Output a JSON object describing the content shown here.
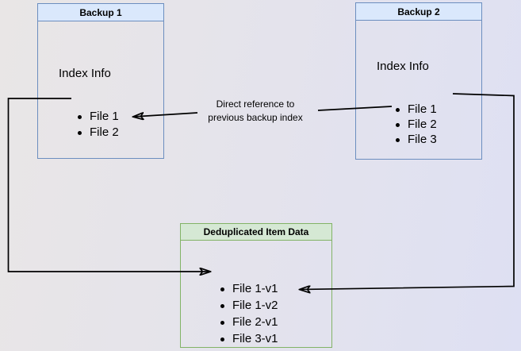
{
  "diagram": {
    "nodes": {
      "backup1": {
        "title": "Backup 1",
        "section_label": "Index Info",
        "items": [
          "File 1",
          "File 2"
        ]
      },
      "backup2": {
        "title": "Backup 2",
        "section_label": "Index Info",
        "items": [
          "File 1",
          "File 2",
          "File 3"
        ]
      },
      "dedup": {
        "title": "Deduplicated Item Data",
        "items": [
          "File 1-v1",
          "File 1-v2",
          "File 2-v1",
          "File 3-v1"
        ]
      }
    },
    "annotations": {
      "direct_reference": {
        "line1": "Direct reference to",
        "line2": "previous backup index"
      }
    },
    "edges": [
      {
        "name": "backup1-file1-to-dedup-file1v1",
        "from": "Backup 1 / File 1",
        "to": "Deduplicated Item Data / File 1-v1"
      },
      {
        "name": "backup2-file1-to-dedup-file1v2",
        "from": "Backup 2 / File 1",
        "to": "Deduplicated Item Data / File 1-v2"
      },
      {
        "name": "backup2-file2-to-backup1-file2",
        "from": "Backup 2 / File 2",
        "to": "Backup 1 / File 2",
        "label": "Direct reference to previous backup index"
      }
    ],
    "colors": {
      "blue_node_border": "#6c8ebf",
      "blue_node_header_fill": "#dae8fc",
      "green_node_border": "#82b366",
      "green_node_header_fill": "#d5e8d4",
      "arrow": "#000000",
      "text": "#000000",
      "background_left": "#e9e6e6",
      "background_right": "#dee0f3"
    }
  }
}
